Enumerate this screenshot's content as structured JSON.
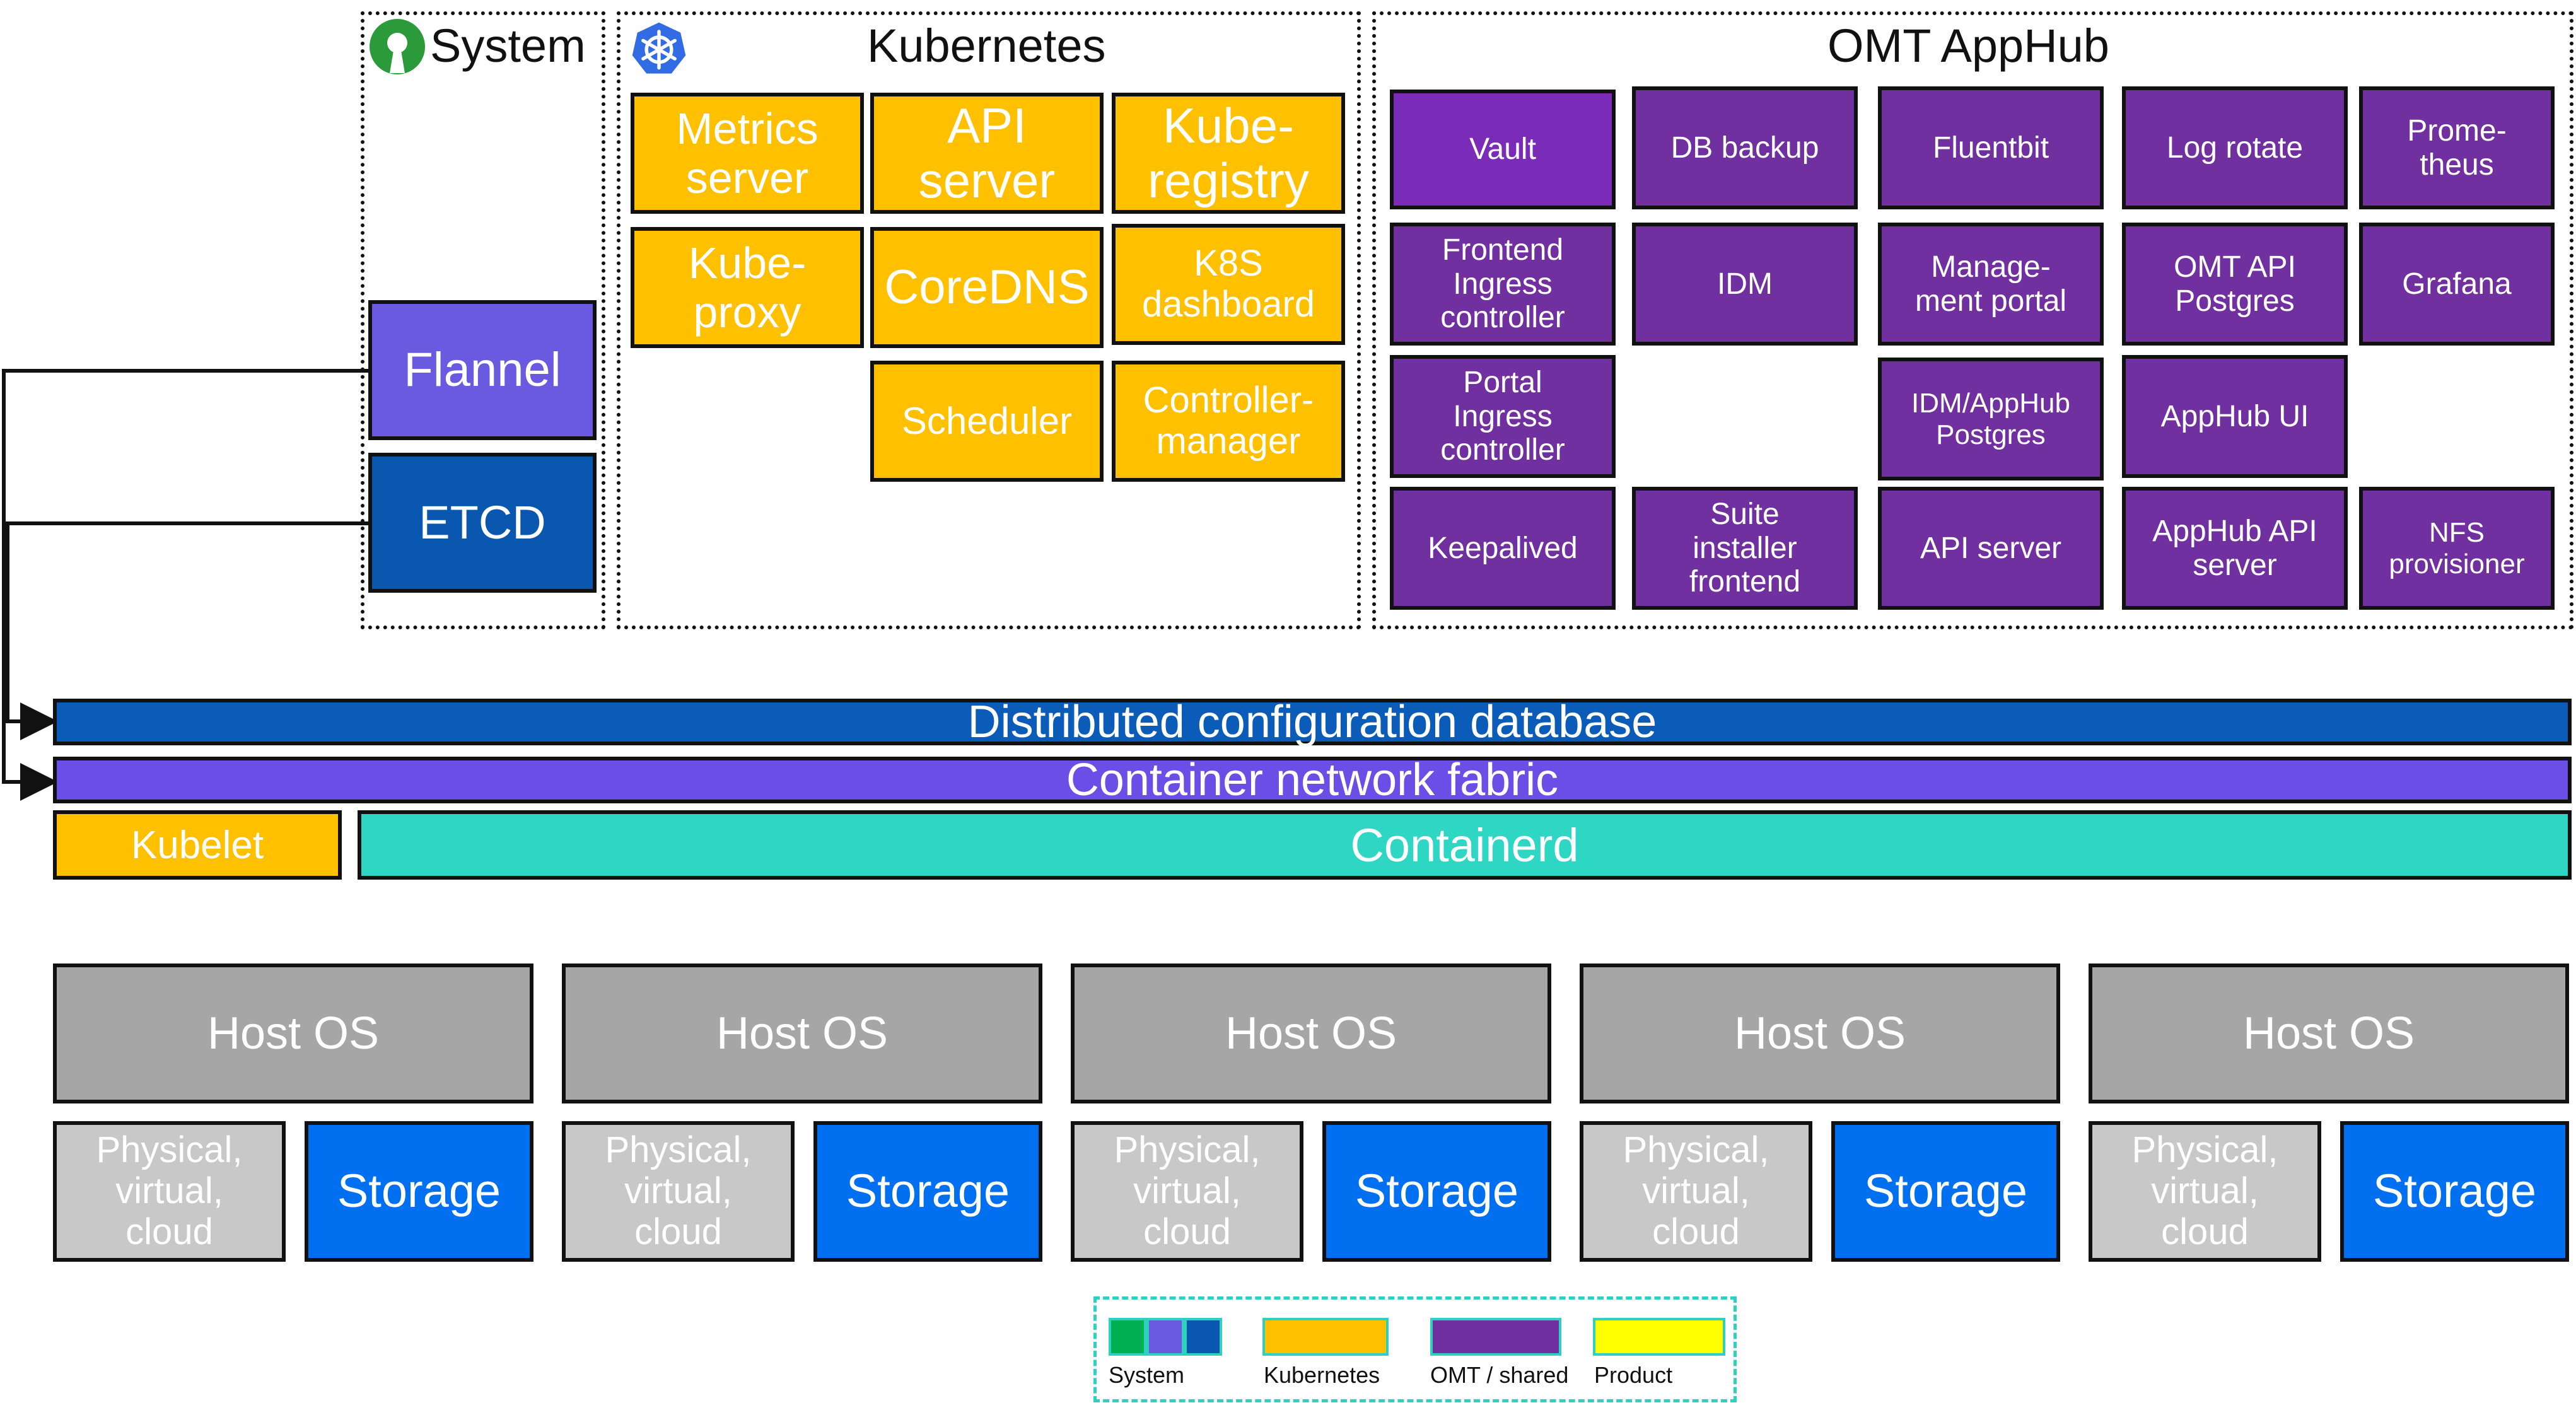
{
  "system": {
    "title": "System",
    "flannel": "Flannel",
    "etcd": "ETCD"
  },
  "kubernetes": {
    "title": "Kubernetes",
    "components": [
      "Metrics\nserver",
      "API\nserver",
      "Kube-\nregistry",
      "Kube-\nproxy",
      "CoreDNS",
      "K8S\ndashboard",
      "Scheduler",
      "Controller-\nmanager"
    ]
  },
  "omt": {
    "title": "OMT AppHub",
    "components": [
      "Vault",
      "DB backup",
      "Fluentbit",
      "Log rotate",
      "Prome-\ntheus",
      "Frontend\nIngress\ncontroller",
      "IDM",
      "Manage-\nment portal",
      "OMT API\nPostgres",
      "Grafana",
      "Portal\nIngress\ncontroller",
      "IDM/AppHub\nPostgres",
      "AppHub UI",
      "Keepalived",
      "Suite\ninstaller\nfrontend",
      "API server",
      "AppHub API\nserver",
      "NFS\nprovisioner"
    ]
  },
  "layers": {
    "dcd": "Distributed configuration database",
    "cnf": "Container network fabric",
    "kubelet": "Kubelet",
    "containerd": "Containerd"
  },
  "hosts": [
    {
      "os": "Host OS",
      "infra": "Physical,\nvirtual,\ncloud",
      "storage": "Storage"
    },
    {
      "os": "Host OS",
      "infra": "Physical,\nvirtual,\ncloud",
      "storage": "Storage"
    },
    {
      "os": "Host OS",
      "infra": "Physical,\nvirtual,\ncloud",
      "storage": "Storage"
    },
    {
      "os": "Host OS",
      "infra": "Physical,\nvirtual,\ncloud",
      "storage": "Storage"
    },
    {
      "os": "Host OS",
      "infra": "Physical,\nvirtual,\ncloud",
      "storage": "Storage"
    }
  ],
  "legend": [
    {
      "label": "System",
      "colors": [
        "#00b050",
        "#6a5ae0",
        "#0a57b0"
      ]
    },
    {
      "label": "Kubernetes",
      "colors": [
        "#ffc000"
      ]
    },
    {
      "label": "OMT / shared",
      "colors": [
        "#7030a0"
      ]
    },
    {
      "label": "Product",
      "colors": [
        "#ffff00"
      ]
    }
  ],
  "colors": {
    "system_green": "#00b050",
    "flannel": "#6a5ae0",
    "etcd": "#0a57b0",
    "kubernetes": "#ffc000",
    "omt": "#7030a0",
    "product": "#ffff00",
    "dcd": "#0a5cb8",
    "cnf": "#6a4ee6",
    "containerd": "#2ed6c4",
    "host_os": "#a6a6a6",
    "infra": "#c8c8c8",
    "storage": "#0070f0"
  }
}
